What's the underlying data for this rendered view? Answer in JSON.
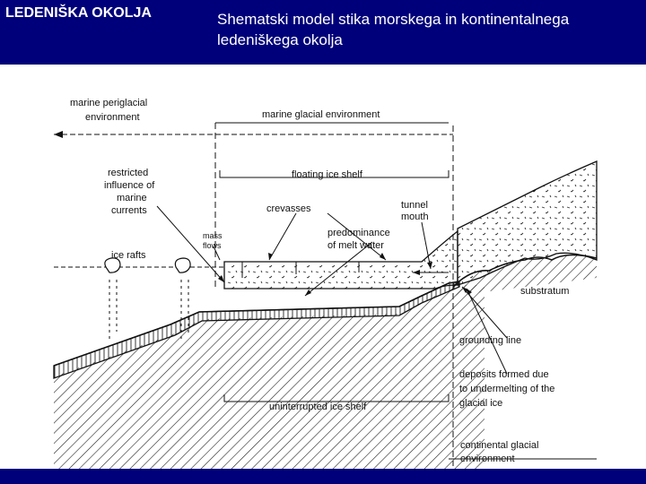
{
  "header": {
    "section_title": "LEDENIŠKA OKOLJA",
    "slide_title": "Shematski model stika morskega in kontinentalnega ledeniškega okolja"
  },
  "diagram": {
    "labels": {
      "marine_periglacial_1": "marine periglacial",
      "marine_periglacial_2": "environment",
      "marine_glacial": "marine glacial environment",
      "floating_ice_shelf": "floating ice shelf",
      "restricted_1": "restricted",
      "restricted_2": "influence of",
      "restricted_3": "marine",
      "restricted_4": "currents",
      "crevasses": "crevasses",
      "tunnel_1": "tunnel",
      "tunnel_2": "mouth",
      "mass_1": "mass",
      "mass_2": "flows",
      "predominance_1": "predominance",
      "predominance_2": "of melt water",
      "ice_rafts": "ice rafts",
      "substratum": "substratum",
      "grounding_line": "grounding line",
      "deposits_1": "deposits formed due",
      "deposits_2": "to undermelting of the",
      "deposits_3": "glacial ice",
      "uninterrupted": "uninterrupted ice shelf",
      "continental_1": "continental glacial",
      "continental_2": "environment"
    },
    "colors": {
      "ink": "#111111",
      "header": "#00007a"
    }
  }
}
